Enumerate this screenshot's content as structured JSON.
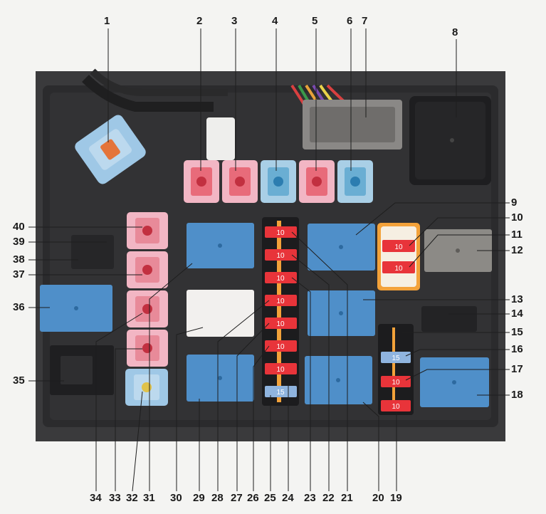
{
  "callouts": {
    "n1": "1",
    "n2": "2",
    "n3": "3",
    "n4": "4",
    "n5": "5",
    "n6": "6",
    "n7": "7",
    "n8": "8",
    "n9": "9",
    "n10": "10",
    "n11": "11",
    "n12": "12",
    "n13": "13",
    "n14": "14",
    "n15": "15",
    "n16": "16",
    "n17": "17",
    "n18": "18",
    "n19": "19",
    "n20": "20",
    "n21": "21",
    "n22": "22",
    "n23": "23",
    "n24": "24",
    "n25": "25",
    "n26": "26",
    "n27": "27",
    "n28": "28",
    "n29": "29",
    "n30": "30",
    "n31": "31",
    "n32": "32",
    "n33": "33",
    "n34": "34",
    "n35": "35",
    "n36": "36",
    "n37": "37",
    "n38": "38",
    "n39": "39",
    "n40": "40"
  },
  "fuse_ratings": {
    "f10": "10",
    "f11": "10",
    "f15": "15",
    "f16": "10",
    "f19": "10",
    "f21": "10",
    "f22": "10",
    "f23": "10",
    "f24": "10",
    "f25": "10",
    "f26": "10",
    "f27": "10",
    "f28": "15"
  },
  "colors": {
    "background": "#f4f4f2",
    "box": "#2b2b2d",
    "relay_blue": "#4f8fc9",
    "relay_white": "#f2f0ee",
    "relay_grey": "#8c8a86",
    "fuse_red": "#e8343a",
    "fuse_blue": "#8fb4df",
    "fuse_pink": "#f2b6c4",
    "maxi_blue": "#9fc8e6",
    "orange_fuse": "#f3a23a"
  }
}
